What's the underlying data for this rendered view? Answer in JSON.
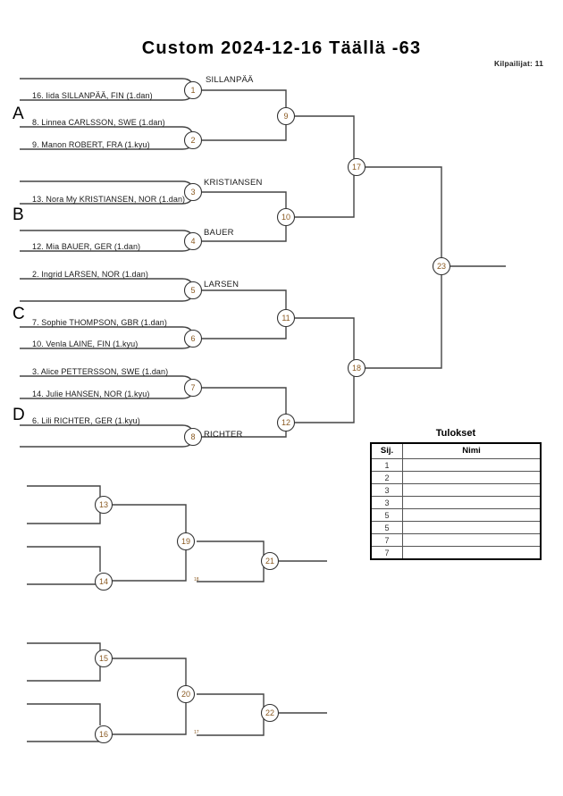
{
  "header": {
    "title": "Custom  2024-12-16  Täällä   -63",
    "competitors_label": "Kilpailijat: 11"
  },
  "groups": [
    {
      "letter": "A"
    },
    {
      "letter": "B"
    },
    {
      "letter": "C"
    },
    {
      "letter": "D"
    }
  ],
  "entrants": [
    {
      "label": "16. Iida SILLANPÄÄ, FIN (1.dan)"
    },
    {
      "label": "8. Linnea CARLSSON, SWE (1.dan)"
    },
    {
      "label": "9. Manon ROBERT, FRA (1.kyu)"
    },
    {
      "label": "13. Nora My KRISTIANSEN, NOR (1.dan)"
    },
    {
      "label": "12. Mia BAUER, GER (1.dan)"
    },
    {
      "label": "2. Ingrid LARSEN, NOR (1.dan)"
    },
    {
      "label": "7. Sophie THOMPSON, GBR (1.dan)"
    },
    {
      "label": "10. Venla LAINE, FIN (1.kyu)"
    },
    {
      "label": "3. Alice PETTERSSON, SWE (1.dan)"
    },
    {
      "label": "14. Julie HANSEN, NOR (1.kyu)"
    },
    {
      "label": "6. Lili RICHTER, GER (1.kyu)"
    }
  ],
  "winners": [
    {
      "name": "SILLANPÄÄ"
    },
    {
      "name": "KRISTIANSEN"
    },
    {
      "name": "BAUER"
    },
    {
      "name": "LARSEN"
    },
    {
      "name": "RICHTER"
    }
  ],
  "match_numbers": [
    "1",
    "2",
    "3",
    "4",
    "5",
    "6",
    "7",
    "8",
    "9",
    "10",
    "11",
    "12",
    "13",
    "14",
    "15",
    "16",
    "17",
    "18",
    "19",
    "20",
    "21",
    "22",
    "23"
  ],
  "tiny_labels": [
    "18",
    "17"
  ],
  "results": {
    "title": "Tulokset",
    "columns": [
      "Sij.",
      "Nimi"
    ],
    "rows": [
      {
        "rank": "1",
        "name": ""
      },
      {
        "rank": "2",
        "name": ""
      },
      {
        "rank": "3",
        "name": ""
      },
      {
        "rank": "3",
        "name": ""
      },
      {
        "rank": "5",
        "name": ""
      },
      {
        "rank": "5",
        "name": ""
      },
      {
        "rank": "7",
        "name": ""
      },
      {
        "rank": "7",
        "name": ""
      }
    ]
  },
  "colors": {
    "line": "#444444",
    "text": "#1a1a1a",
    "match_number": "#8a5a22"
  }
}
